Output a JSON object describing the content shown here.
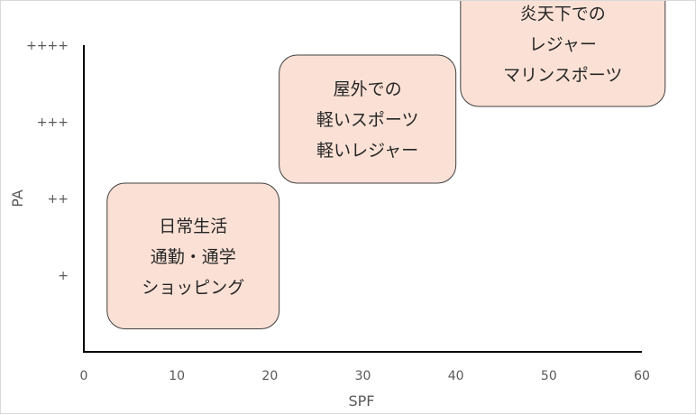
{
  "chart_data": {
    "type": "diagram",
    "xlabel": "SPF",
    "ylabel": "PA",
    "xlim": [
      0,
      60
    ],
    "x_ticks": [
      "0",
      "10",
      "20",
      "30",
      "40",
      "50",
      "60"
    ],
    "x_tick_values": [
      0,
      10,
      20,
      30,
      40,
      50,
      60
    ],
    "y_tick_labels": [
      "+",
      "++",
      "+++",
      "++++"
    ],
    "grid": false,
    "box_fill": "#fbe1d5",
    "box_stroke": "#404040",
    "axis_color": "#000000",
    "regions": [
      {
        "x_range": [
          2.5,
          21
        ],
        "pa_range": [
          0.3,
          2.2
        ],
        "lines": [
          "日常生活",
          "通勤・通学",
          "ショッピング"
        ]
      },
      {
        "x_range": [
          21,
          40
        ],
        "pa_range": [
          2.2,
          3.87
        ],
        "lines": [
          "屋外での",
          "軽いスポーツ",
          "軽いレジャー"
        ]
      },
      {
        "x_range": [
          40.5,
          62.5
        ],
        "pa_range": [
          3.2,
          4.83
        ],
        "lines": [
          "炎天下での",
          "レジャー",
          "マリンスポーツ"
        ]
      }
    ]
  }
}
